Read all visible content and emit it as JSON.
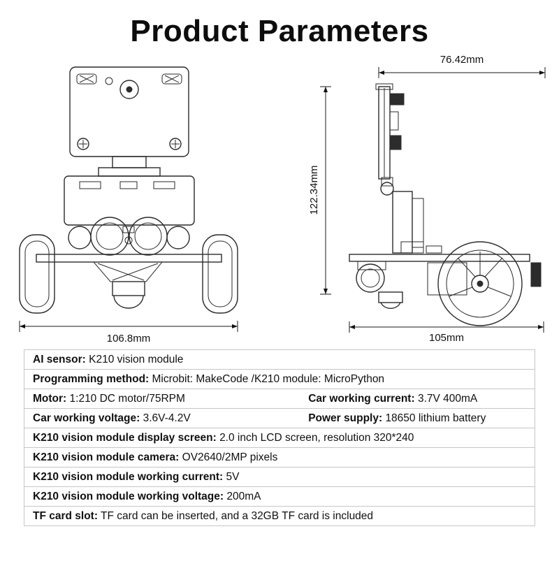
{
  "page": {
    "title": "Product Parameters"
  },
  "drawings": {
    "front_view": {
      "width_label": "106.8mm"
    },
    "side_view": {
      "top_label": "76.42mm",
      "height_label": "122.34mm",
      "bottom_label": "105mm"
    }
  },
  "specs": {
    "rows": [
      {
        "label": "AI sensor:",
        "value": "K210 vision module"
      },
      {
        "label": "Programming method:",
        "value": "Microbit: MakeCode /K210 module: MicroPython"
      },
      {
        "cells": [
          {
            "label": "Motor:",
            "value": "1:210 DC motor/75RPM"
          },
          {
            "label": "Car working current:",
            "value": "3.7V 400mA"
          }
        ]
      },
      {
        "cells": [
          {
            "label": "Car working voltage:",
            "value": "3.6V-4.2V"
          },
          {
            "label": "Power supply:",
            "value": "18650 lithium battery"
          }
        ]
      },
      {
        "label": "K210 vision module display screen:",
        "value": "2.0 inch LCD screen, resolution 320*240"
      },
      {
        "label": "K210 vision module camera:",
        "value": "OV2640/2MP pixels"
      },
      {
        "label": "K210 vision module working current:",
        "value": "5V"
      },
      {
        "label": "K210 vision module working voltage:",
        "value": "200mA"
      },
      {
        "label": "TF card slot:",
        "value": "TF card can be inserted, and a 32GB TF card is included"
      }
    ]
  }
}
